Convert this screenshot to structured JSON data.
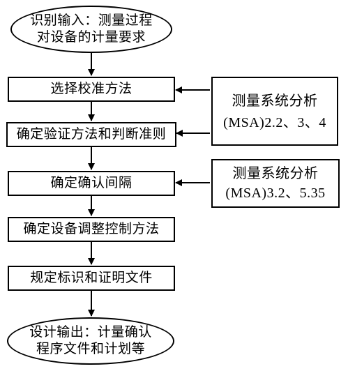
{
  "flow": {
    "start": {
      "line1": "识别输入：测量过程",
      "line2": "对设备的计量要求"
    },
    "steps": [
      {
        "label": "选择校准方法"
      },
      {
        "label": "确定验证方法和判断准则"
      },
      {
        "label": "确定确认间隔"
      },
      {
        "label": "确定设备调整控制方法"
      },
      {
        "label": "规定标识和证明文件"
      }
    ],
    "end": {
      "line1": "设计输出：计量确认",
      "line2": "程序文件和计划等"
    }
  },
  "references": [
    {
      "line1": "测量系统分析",
      "line2": "(MSA)2.2、3、4"
    },
    {
      "line1": "测量系统分析",
      "line2": "(MSA)3.2、5.35"
    }
  ]
}
